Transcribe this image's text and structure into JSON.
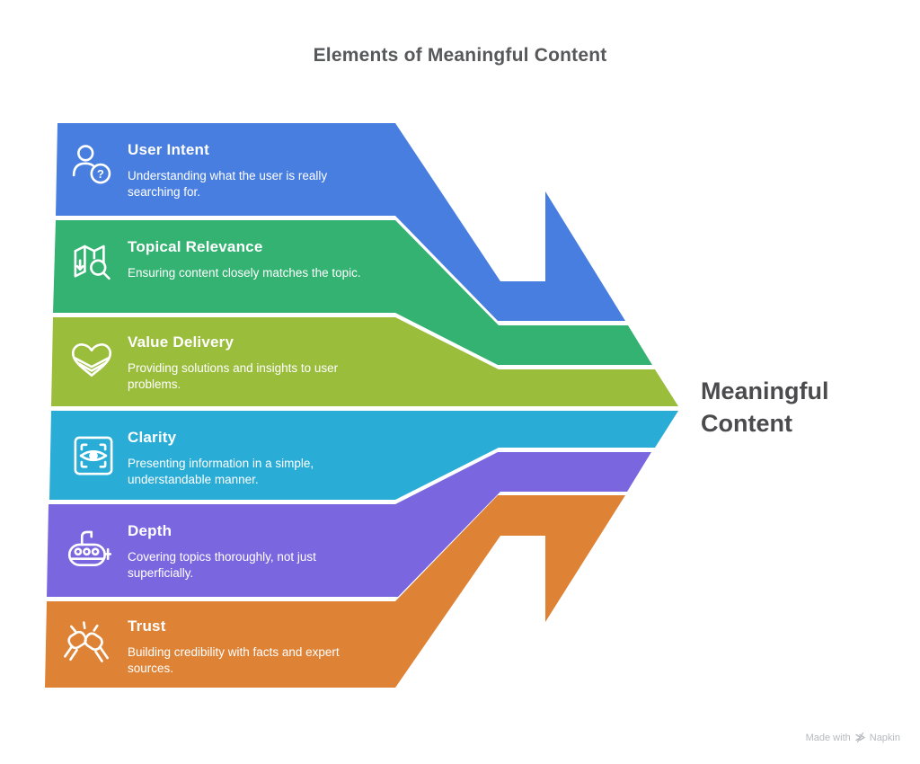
{
  "title": "Elements of Meaningful Content",
  "result_label": "Meaningful Content",
  "watermark": {
    "prefix": "Made with",
    "brand": "Napkin"
  },
  "bands": [
    {
      "name": "User Intent",
      "description": "Understanding what the user is really searching for.",
      "color": "#487EE0",
      "icon": "person-question-icon"
    },
    {
      "name": "Topical Relevance",
      "description": "Ensuring content closely matches the topic.",
      "color": "#34B272",
      "icon": "map-search-icon"
    },
    {
      "name": "Value Delivery",
      "description": "Providing solutions and insights to user problems.",
      "color": "#9ABD3C",
      "icon": "layered-heart-icon"
    },
    {
      "name": "Clarity",
      "description": "Presenting information in a simple, understandable manner.",
      "color": "#29ACD6",
      "icon": "eye-scan-icon"
    },
    {
      "name": "Depth",
      "description": "Covering topics thoroughly, not just superficially.",
      "color": "#7A67E0",
      "icon": "submarine-icon"
    },
    {
      "name": "Trust",
      "description": "Building credibility with facts and expert sources.",
      "color": "#DE8236",
      "icon": "fist-bump-icon"
    }
  ]
}
